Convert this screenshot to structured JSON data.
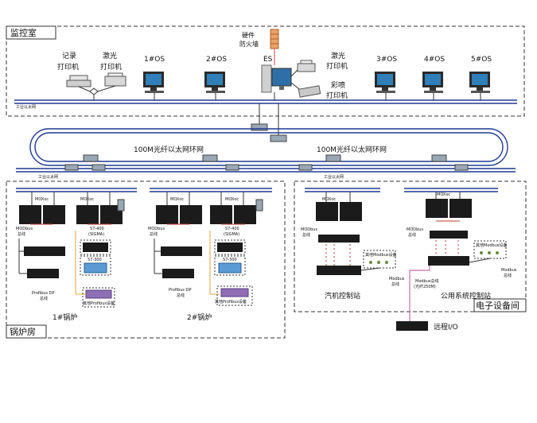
{
  "zones": {
    "control_room": "监控室",
    "boiler_room": "锅炉房",
    "electronics_room": "电子设备间"
  },
  "control_room": {
    "firewall": [
      "硬件",
      "防火墙"
    ],
    "log_printer": [
      "记录",
      "打印机"
    ],
    "laser_printer_left": [
      "激光",
      "打印机"
    ],
    "laser_printer_right": [
      "激光",
      "打印机"
    ],
    "color_printer": [
      "彩喷",
      "打印机"
    ],
    "stations": [
      "1#OS",
      "2#OS",
      "ES",
      "3#OS",
      "4#OS",
      "5#OS"
    ],
    "ethernet": "工业以太网"
  },
  "ring": {
    "left_label": "100M光纤以太网环网",
    "right_label": "100M光纤以太网环网"
  },
  "field": {
    "ethernet": "工业以太网",
    "moxoc": "MOXoc",
    "modbus_bus": [
      "MODbus",
      "总线"
    ],
    "s7_400": [
      "S7-400",
      "(SIGMA)"
    ],
    "s7_300": "S7-300",
    "profibus_dp": [
      "Profibus DP",
      "总线"
    ],
    "other_profibus": "其他Profibus设备",
    "other_modbus": "其他Modbus设备",
    "modbus_bus_right": [
      "Modbus",
      "总线"
    ],
    "modbus_fiber": [
      "Modbus总线",
      "(光纤250M)"
    ]
  },
  "stations": {
    "boiler1": "1#锅炉",
    "boiler2": "2#锅炉",
    "turbine": "汽机控制站",
    "utility": "公用系统控制站",
    "remote_io": "远程I/O"
  }
}
